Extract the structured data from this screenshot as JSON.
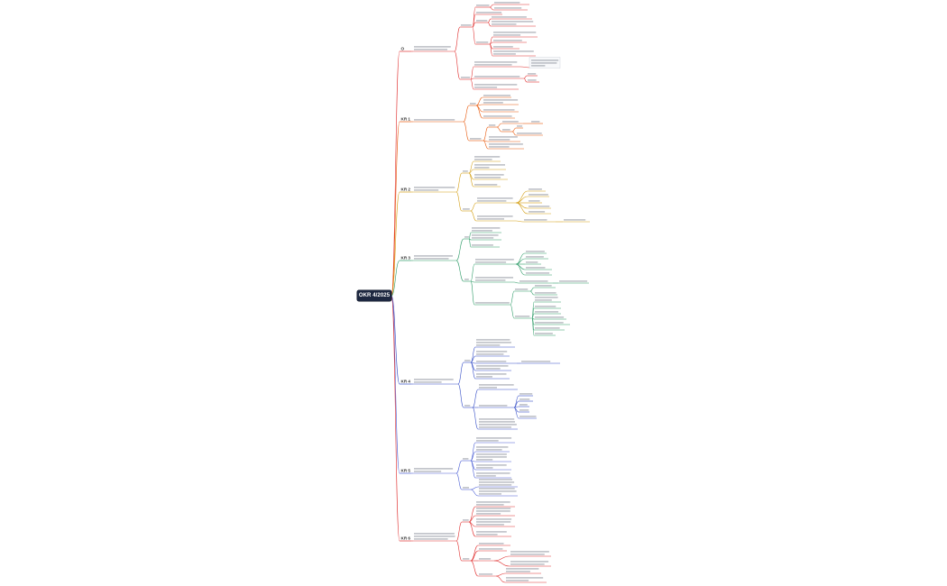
{
  "root": {
    "label": "OKR 4/2025",
    "color": "#1d2740"
  },
  "branches": [
    {
      "label": "O",
      "color": "#e03131"
    },
    {
      "label": "KR 1",
      "color": "#e8590c"
    },
    {
      "label": "KR 2",
      "color": "#d4a017"
    },
    {
      "label": "KR 3",
      "color": "#2b9a66"
    },
    {
      "label": "KR 4",
      "color": "#364fc7"
    },
    {
      "label": "KR 5",
      "color": "#4c5fd5"
    },
    {
      "label": "KR 6",
      "color": "#e03131"
    }
  ],
  "text_color": "#7b828c",
  "label_color": "#333333"
}
